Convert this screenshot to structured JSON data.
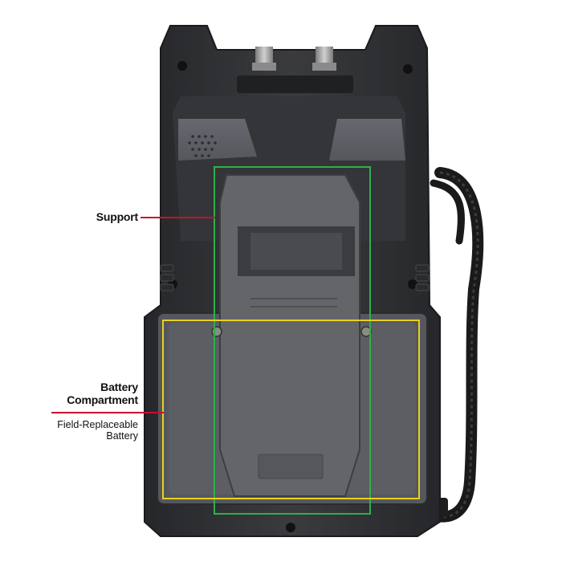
{
  "callouts": {
    "support": {
      "label": "Support",
      "color": "#c8102e"
    },
    "battery": {
      "label_line1": "Battery",
      "label_line2": "Compartment",
      "sub_line1": "Field-Replaceable",
      "sub_line2": "Battery",
      "color": "#c8102e"
    }
  },
  "highlights": {
    "support_frame_color": "#2fb04a",
    "battery_frame_color": "#e6d21e"
  },
  "device": {
    "body_color": "#2f3033",
    "panel_color": "#5a5c60",
    "kickstand_color": "#636569",
    "connector_color": "#a9a9a9"
  }
}
